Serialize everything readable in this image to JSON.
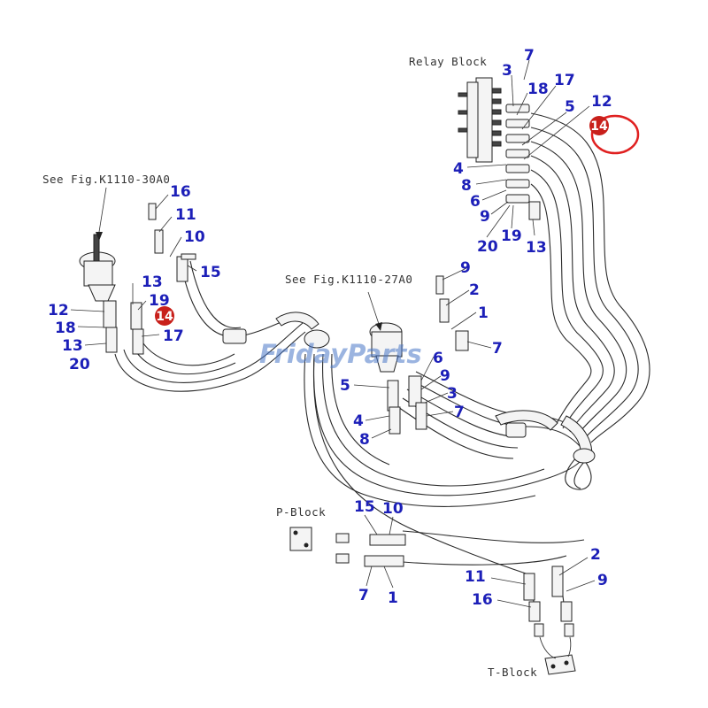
{
  "labels": {
    "relay_block": "Relay Block",
    "see_fig_30a0": "See Fig.K1110-30A0",
    "see_fig_27a0": "See Fig.K1110-27A0",
    "p_block": "P-Block",
    "t_block": "T-Block"
  },
  "watermark": "FridayParts",
  "colors": {
    "callout_number": "#1c1fb8",
    "highlight_badge": "#c8201b",
    "highlight_circle": "#e02020",
    "watermark": "#4a78c8"
  },
  "highlighted_part": "14",
  "callouts": {
    "rb_3": "3",
    "rb_7": "7",
    "rb_18": "18",
    "rb_17": "17",
    "rb_5": "5",
    "rb_12": "12",
    "rb_4": "4",
    "rb_8": "8",
    "rb_6": "6",
    "rb_9": "9",
    "rb_20": "20",
    "rb_19": "19",
    "rb_13": "13",
    "lv_16": "16",
    "lv_11": "11",
    "lv_10": "10",
    "lv_15": "15",
    "lv_13": "13",
    "lv_19": "19",
    "lv_17": "17",
    "lv_12": "12",
    "lv_18": "18",
    "lv_13b": "13",
    "lv_20": "20",
    "cv_9": "9",
    "cv_2": "2",
    "cv_1": "1",
    "cv_7": "7",
    "cv_6": "6",
    "cv_5": "5",
    "cv_9b": "9",
    "cv_3": "3",
    "cv_4": "4",
    "cv_7b": "7",
    "cv_8": "8",
    "pb_15": "15",
    "pb_10": "10",
    "pb_7": "7",
    "pb_1": "1",
    "tb_11": "11",
    "tb_16": "16",
    "tb_2": "2",
    "tb_9": "9"
  }
}
